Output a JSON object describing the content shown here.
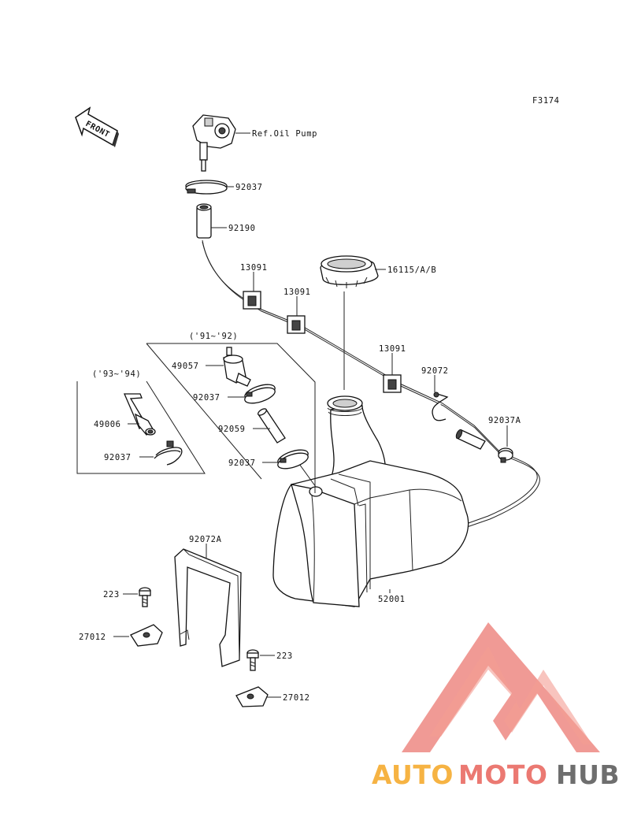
{
  "figure_code": "F3174",
  "front_arrow_label": "FRONT",
  "ref_label": "Ref.Oil Pump",
  "year_groups": {
    "group_91_92": "('91~'92)",
    "group_93_94": "('93~'94)"
  },
  "parts": {
    "clamp_top": "92037",
    "hose_top": "92190",
    "bracket_1": "13091",
    "bracket_2": "13091",
    "bracket_3": "13091",
    "cap": "16115/A/B",
    "clip": "92072",
    "clamp_a": "92037A",
    "filter": "49057",
    "clamp_91a": "92037",
    "pipe_91": "92059",
    "clamp_91b": "92037",
    "fitting_93": "49006",
    "clamp_93": "92037",
    "tank": "52001",
    "band": "92072A",
    "bolt_1": "223",
    "bolt_2": "223",
    "plate_1": "27012",
    "plate_2": "27012"
  },
  "watermark": {
    "part1": "AUTO",
    "part2": "MOTO",
    "part3": "HUB"
  },
  "colors": {
    "watermark_orange": "#f5a623",
    "watermark_red": "#e8625a",
    "watermark_gray": "#555555",
    "line": "#222222"
  }
}
